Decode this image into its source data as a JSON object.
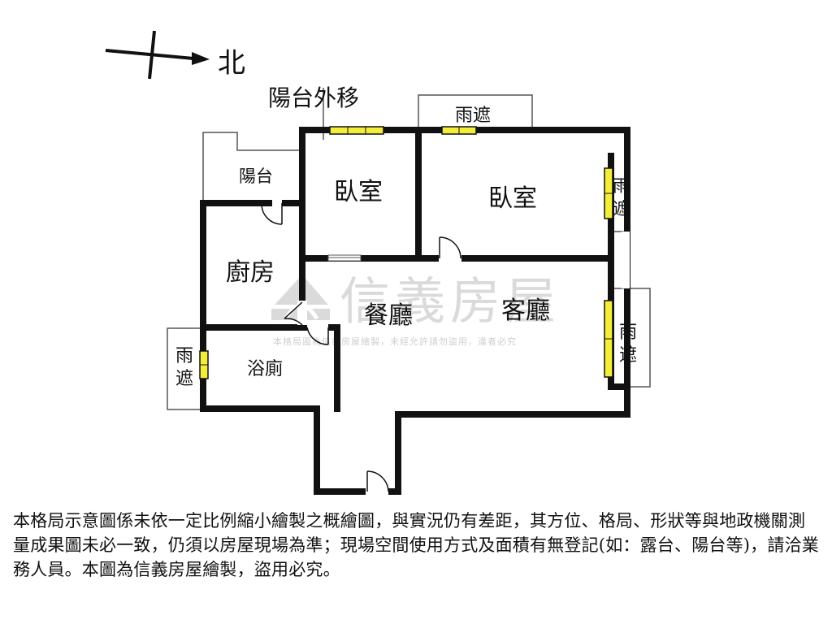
{
  "compass": {
    "label": "北"
  },
  "rooms": {
    "balcony_note": "陽台外移",
    "balcony": "陽台",
    "bedroom_1": "臥室",
    "bedroom_2": "臥室",
    "kitchen": "廚房",
    "dining": "餐廳",
    "living": "客廳",
    "bathroom": "浴廁"
  },
  "canopies": {
    "top": "雨遮",
    "right_upper_1": "雨",
    "right_upper_2": "遮",
    "right_lower_1": "雨",
    "right_lower_2": "遮",
    "left_1": "雨",
    "left_2": "遮"
  },
  "watermark": {
    "logo_text": "信義房屋",
    "subtext": "本格局圖為信義房屋繪製，未經允許請勿盜用，違者必究"
  },
  "disclaimer": "本格局示意圖係未依一定比例縮小繪製之概繪圖，與實況仍有差距，其方位、格局、形狀等與地政機關測量成果圖未必一致，仍須以房屋現場為準；現場空間使用方式及面積有無登記(如：露台、陽台等)，請洽業務人員。本圖為信義房屋繪製，盜用必究。",
  "colors": {
    "wall": "#111111",
    "window": "#f2ee3a",
    "thin_line": "#555555",
    "watermark": "#c9c9c9"
  }
}
